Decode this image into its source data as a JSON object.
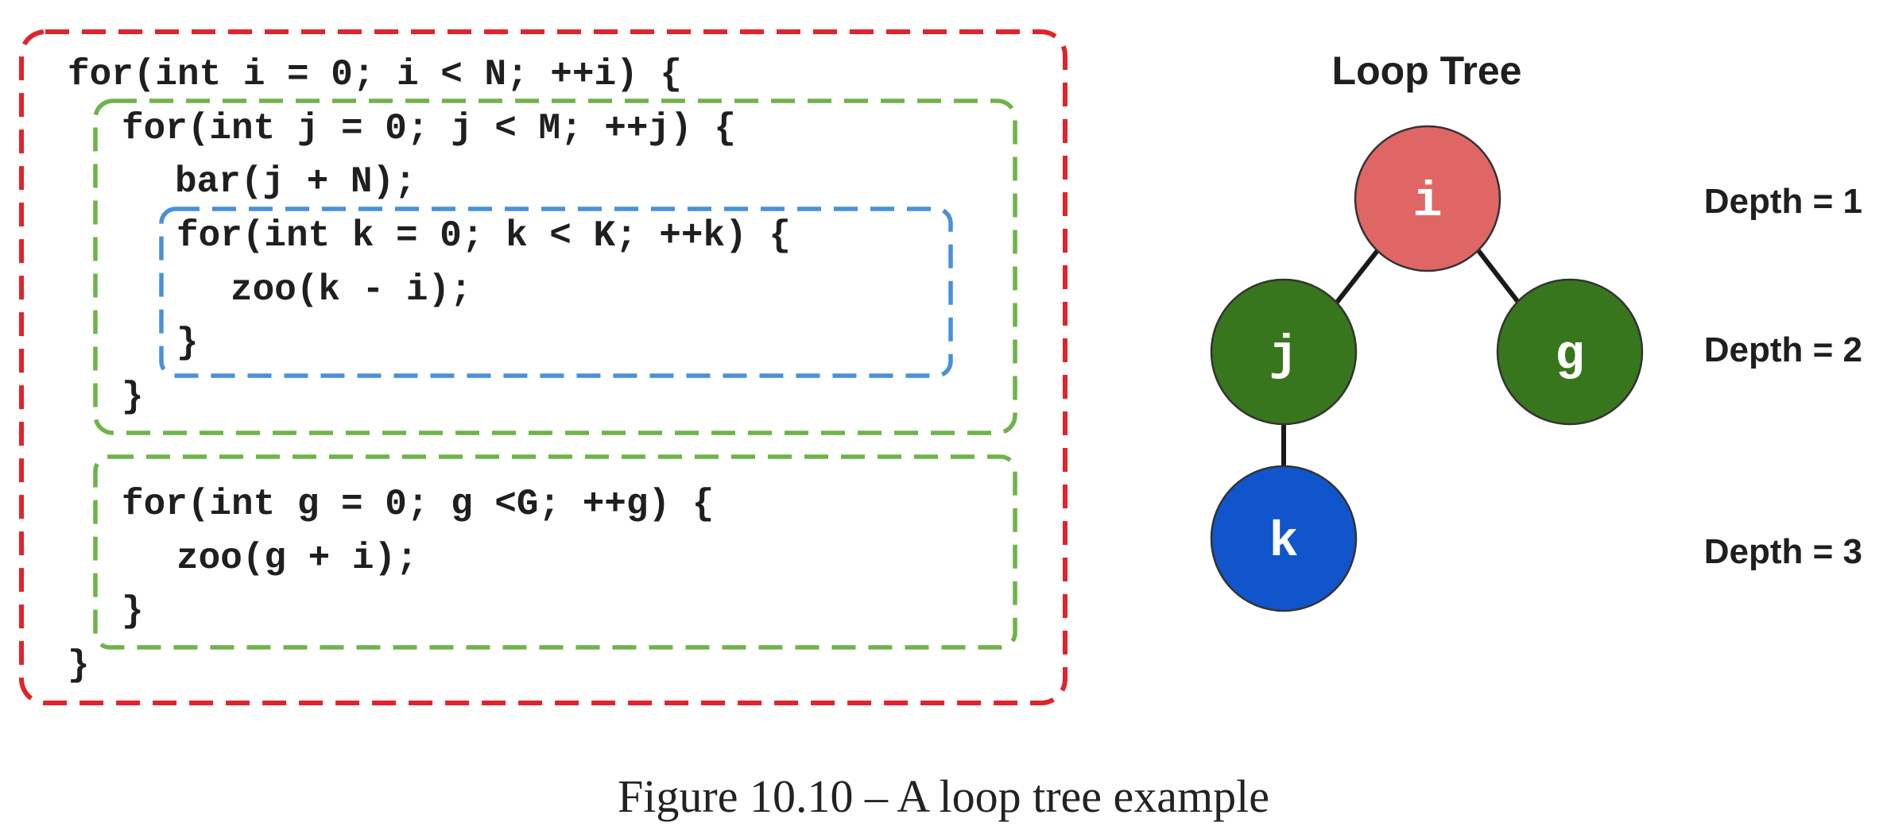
{
  "colors": {
    "outer_loop_border": "#e0242b",
    "middle_loop_border": "#6fb34a",
    "inner_loop_border": "#4a90d9",
    "node_i": "#e06666",
    "node_j": "#38761d",
    "node_g": "#38761d",
    "node_k": "#1155cc"
  },
  "code": {
    "lines": [
      "for(int i = 0; i < N; ++i) {",
      "for(int j = 0; j < M; ++j) {",
      "bar(j + N);",
      "for(int k = 0; k < K; ++k) {",
      "zoo(k - i);",
      "}",
      "}",
      "for(int g = 0; g <G; ++g) {",
      "zoo(g + i);",
      "}",
      "}"
    ]
  },
  "tree": {
    "title": "Loop Tree",
    "nodes": [
      {
        "label": "i",
        "depth": 1,
        "color": "#e06666"
      },
      {
        "label": "j",
        "depth": 2,
        "color": "#38761d"
      },
      {
        "label": "g",
        "depth": 2,
        "color": "#38761d"
      },
      {
        "label": "k",
        "depth": 3,
        "color": "#1155cc"
      }
    ],
    "edges": [
      [
        "i",
        "j"
      ],
      [
        "i",
        "g"
      ],
      [
        "j",
        "k"
      ]
    ],
    "depth_labels": [
      "Depth = 1",
      "Depth = 2",
      "Depth = 3"
    ]
  },
  "caption": "Figure 10.10 – A loop tree example"
}
